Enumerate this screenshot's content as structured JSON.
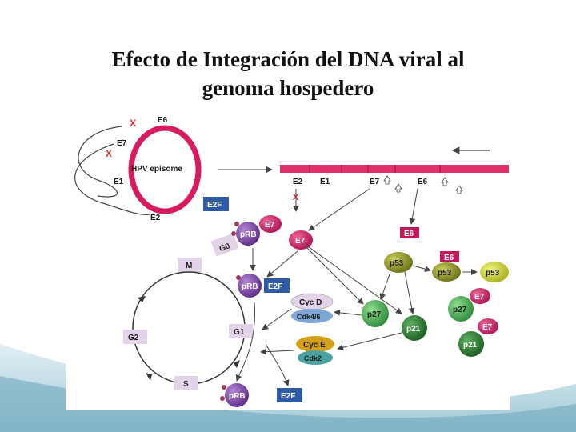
{
  "title": {
    "line1": "Efecto de Integración del DNA viral al",
    "line2": "genoma hospedero"
  },
  "diagram": {
    "episome": {
      "label": "HPV episome",
      "e6": "E6",
      "e7": "E7",
      "e1": "E1",
      "e2": "E2",
      "cross_mark": "X"
    },
    "integrated": {
      "e2": "E2",
      "e1": "E1",
      "e7": "E7",
      "e6": "E6",
      "cross_mark": "X"
    },
    "cycle": {
      "g0": "G0",
      "m": "M",
      "g2": "G2",
      "g1": "G1",
      "s": "S"
    },
    "molecules": {
      "e2f_top": "E2F",
      "prb_top": "pRB",
      "e7_top": "E7",
      "e7_mid": "E7",
      "prb_mid": "pRB",
      "e2f_mid": "E2F",
      "cycd": "Cyc D",
      "cdk46": "Cdk4/6",
      "cyce": "Cyc E",
      "cdk2": "Cdk2",
      "prb_bot": "pRB",
      "e2f_bot": "E2F",
      "e6_box": "E6",
      "p53_a": "p53",
      "e6_box2": "E6",
      "p53_b": "p53",
      "p53_c": "p53",
      "p27_a": "p27",
      "p21_a": "p21",
      "e7_r1": "E7",
      "p27_b": "p27",
      "e7_r2": "E7",
      "p21_b": "p21"
    },
    "colors": {
      "episome": "#d81b60",
      "bar": "#e0306a",
      "e7": "#c2185b",
      "prb": "#7b3fa0",
      "e2f": "#2e5aa6",
      "e6": "#c2185b",
      "p53": "#8a8f24",
      "p53_free": "#c8d43a",
      "p27": "#4caf50",
      "p21": "#2e7d32",
      "cyc": "#d4a017",
      "cdk": "#4a7fb5",
      "phase_box": "#e3d3e8",
      "arrow": "#444444"
    }
  }
}
